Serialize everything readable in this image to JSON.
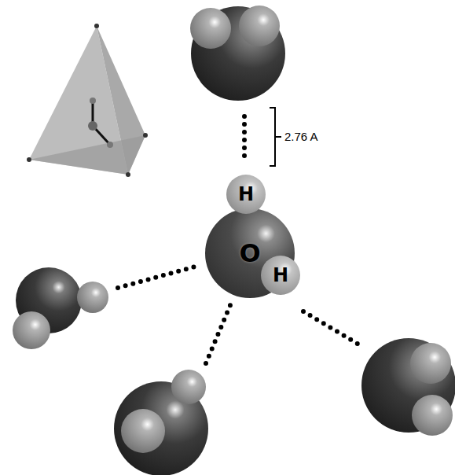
{
  "diagram": {
    "nodes": [
      {
        "text": [
          "H"
        ]
      },
      {
        "text": [
          "O"
        ]
      },
      {
        "text": [
          "H"
        ]
      }
    ],
    "labels": [
      "2.76 A"
    ]
  }
}
